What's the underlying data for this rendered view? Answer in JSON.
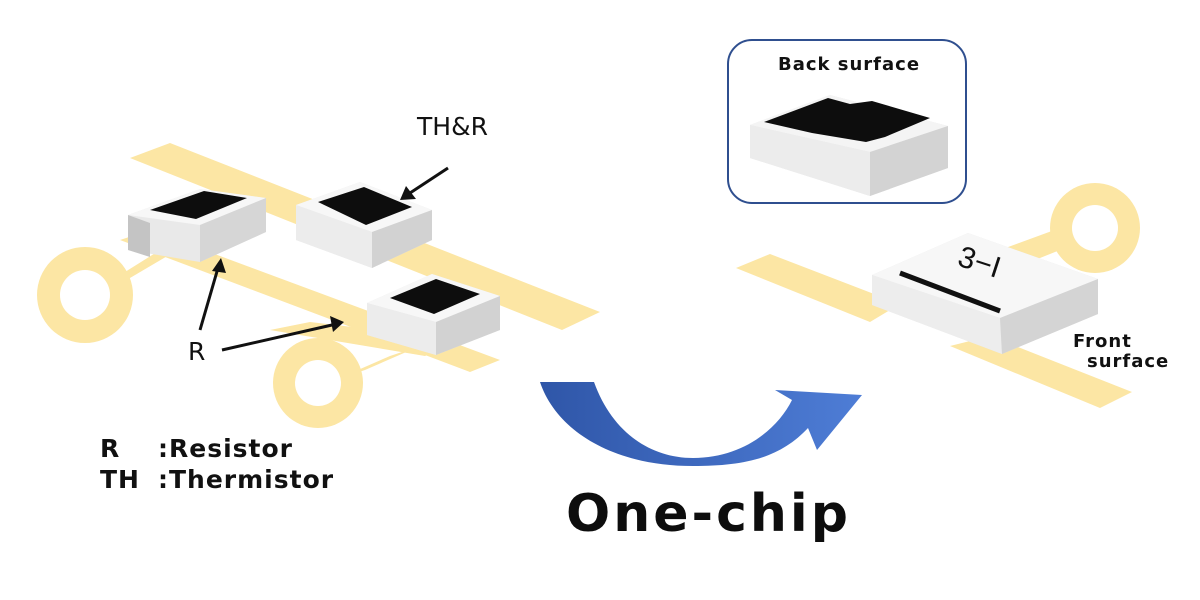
{
  "labels": {
    "th_and_r": "TH&R",
    "r": "R",
    "back_surface": "Back surface",
    "front_surface_line1": "Front",
    "front_surface_line2": "surface",
    "chip_marking": "3−I",
    "one_chip": "One-chip"
  },
  "legend": {
    "r_key": "R",
    "r_desc": ":Resistor",
    "th_key": "TH",
    "th_desc": ":Thermistor"
  },
  "colors": {
    "copper_trace": "#FCE6A4",
    "chip_body": "#EFEFEF",
    "chip_side": "#C9C9C9",
    "resistive_element": "#0D0D0D",
    "arrow_blue": "#3F66BE",
    "frame_border": "#2F4F8F"
  }
}
